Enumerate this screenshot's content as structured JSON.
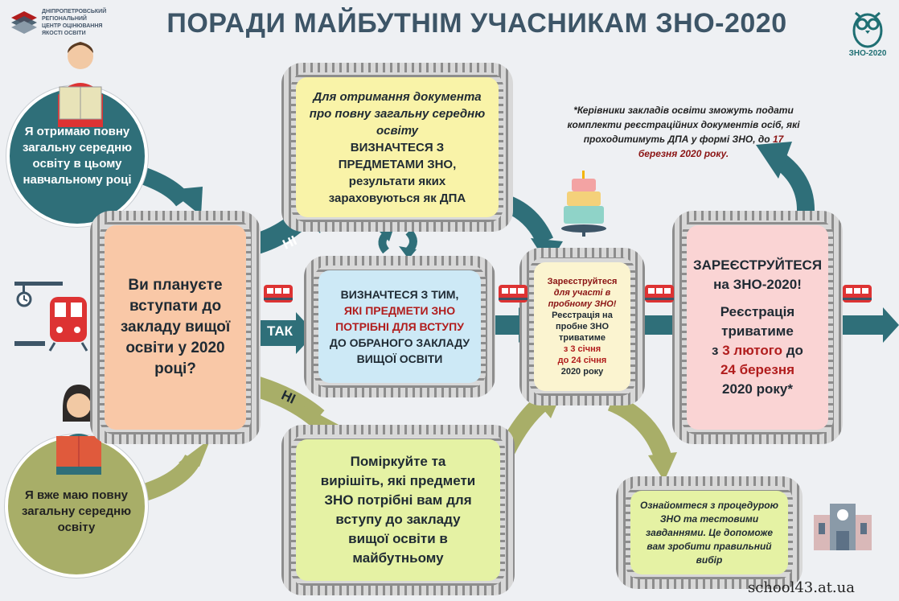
{
  "header": {
    "logo_text": "ДНІПРОПЕТРОВСЬКИЙ\nРЕГІОНАЛЬНИЙ\nЦЕНТР ОЦІНЮВАННЯ\nЯКОСТІ ОСВІТИ",
    "title": "ПОРАДИ МАЙБУТНІМ УЧАСНИКАМ ЗНО-2020",
    "owl_caption": "ЗНО-2020"
  },
  "circles": {
    "top": "Я отримаю повну загальну середню освіту в цьому навчальному році",
    "bottom": "Я вже маю повну загальну середню освіту"
  },
  "question": "Ви плануєте вступати до закладу вищої освіти у 2020 році?",
  "labels": {
    "yes": "ТАК",
    "no_top": "НІ",
    "no_bottom": "НІ"
  },
  "dpa_box": {
    "line1": "Для отримання документа про повну загальну середню освіту",
    "line2": "ВИЗНАЧТЕСЯ З ПРЕДМЕТАМИ ЗНО,",
    "line3": "результати яких зараховуються як ДПА"
  },
  "subjects_box": {
    "line1": "ВИЗНАЧТЕСЯ З ТИМ,",
    "line2": "ЯКІ ПРЕДМЕТИ ЗНО ПОТРІБНІ ДЛЯ ВСТУПУ",
    "line3": "ДО ОБРАНОГО ЗАКЛАДУ ВИЩОЇ ОСВІТИ"
  },
  "think_box": "Поміркуйте та вирішіть, які предмети ЗНО потрібні вам для вступу до закладу вищої освіти в майбутньому",
  "trial_box": {
    "line1": "Зареєструйтеся",
    "line2": "для участі в пробному ЗНО!",
    "line3": "Реєстрація на пробне ЗНО триватиме",
    "from": "з 3 січня",
    "to": "до 24 січня",
    "year": "2020 року"
  },
  "main_reg_box": {
    "line1": "ЗАРЕЄСТРУЙТЕСЯ на ЗНО-2020!",
    "line2": "Реєстрація триватиме",
    "from_pre": "з",
    "from_date": "3 лютого",
    "to_pre": "до",
    "to_date": "24 березня",
    "year": "2020 року*"
  },
  "note": {
    "text": "*Керівники закладів освіти зможуть подати комплекти реєстраційних документів осіб, які проходитимуть ДПА у формі ЗНО, до",
    "date": "17 березня 2020 року."
  },
  "procedure_box": "Ознайомтеся з процедурою ЗНО та тестовими завданнями. Це допоможе вам зробити правильний вибір",
  "watermark": "school43.at.ua",
  "colors": {
    "teal": "#2f6f79",
    "olive": "#a8ae68",
    "red": "#b11d1d"
  }
}
